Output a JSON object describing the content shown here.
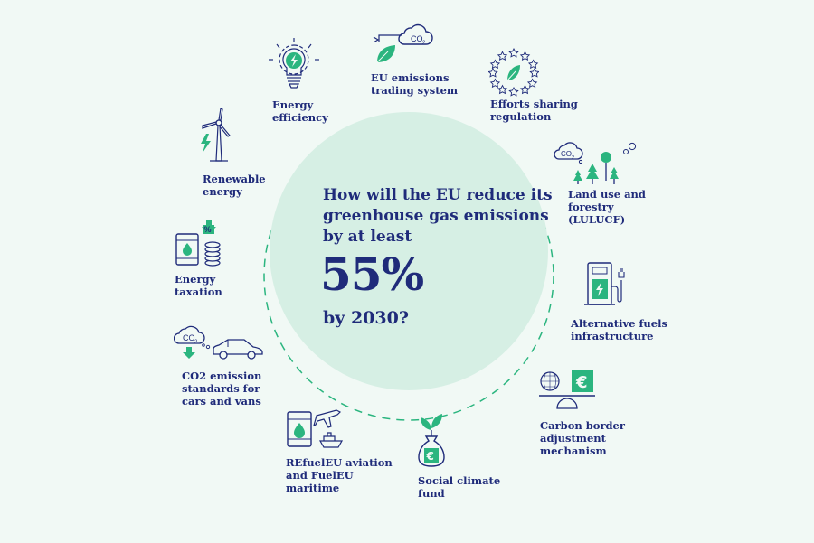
{
  "center": {
    "question_lines": [
      "How will the EU reduce its",
      "greenhouse gas emissions",
      "by at least"
    ],
    "percent": "55%",
    "year_line": "by 2030?"
  },
  "items": [
    {
      "id": "ets",
      "lines": [
        "EU emissions",
        "trading system"
      ]
    },
    {
      "id": "esr",
      "lines": [
        "Efforts sharing",
        "regulation"
      ]
    },
    {
      "id": "lulucf",
      "lines": [
        "Land use and",
        "forestry",
        "(LULUCF)"
      ]
    },
    {
      "id": "afi",
      "lines": [
        "Alternative fuels",
        "infrastructure"
      ]
    },
    {
      "id": "cbam",
      "lines": [
        "Carbon border",
        "adjustment",
        "mechanism"
      ]
    },
    {
      "id": "scf",
      "lines": [
        "Social climate",
        "fund"
      ]
    },
    {
      "id": "refuel",
      "lines": [
        "REfuelEU aviation",
        "and FuelEU",
        "maritime"
      ]
    },
    {
      "id": "co2cars",
      "lines": [
        "CO2 emission",
        "standards for",
        "cars and vans"
      ]
    },
    {
      "id": "taxation",
      "lines": [
        "Energy",
        "taxation"
      ]
    },
    {
      "id": "renewable",
      "lines": [
        "Renewable",
        "energy"
      ]
    },
    {
      "id": "efficiency",
      "lines": [
        "Energy",
        "efficiency"
      ]
    }
  ],
  "icon_text": {
    "co2": "CO",
    "co2_sub": "2",
    "percent_sign": "%",
    "euro": "€"
  },
  "colors": {
    "navy": "#1f2b7a",
    "green": "#2bb57f",
    "circle_fill": "#d6efe4",
    "background": "#f1f9f5"
  }
}
